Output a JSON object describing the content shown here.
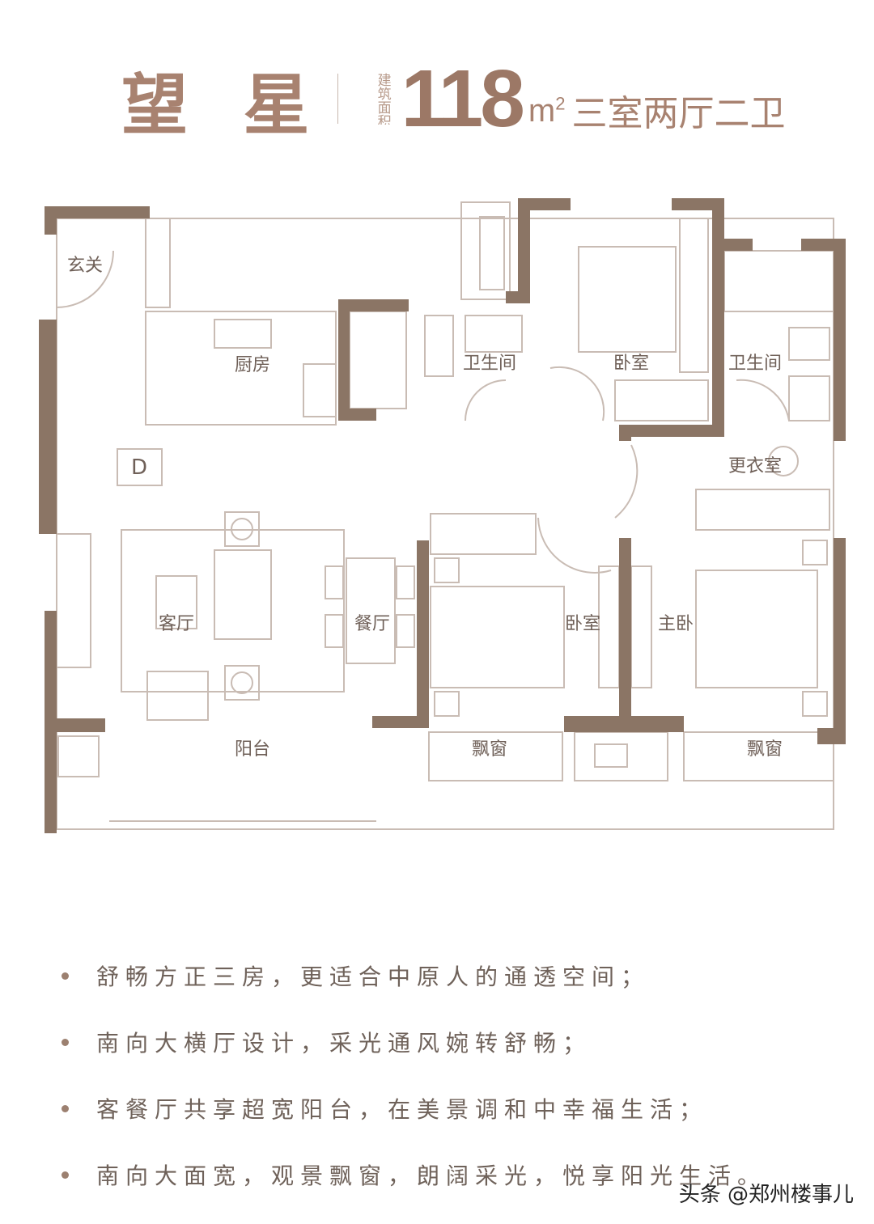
{
  "header": {
    "name": "望 星",
    "area_label": "建筑面积约",
    "area_value": "118",
    "area_unit": "m",
    "area_unit_sup": "2",
    "layout": "三室两厅二卫"
  },
  "plan": {
    "wall_color": "#8b7565",
    "line_color": "#c9bcb4",
    "rooms": {
      "entrance": "玄关",
      "kitchen": "厨房",
      "bath1": "卫生间",
      "bedroom1": "卧室",
      "bath2": "卫生间",
      "unit_mark": "D",
      "closet": "更衣室",
      "living": "客厅",
      "dining": "餐厅",
      "bedroom2": "卧室",
      "master": "主卧",
      "balcony": "阳台",
      "bay1": "飘窗",
      "bay2": "飘窗"
    }
  },
  "features": [
    "舒畅方正三房，更适合中原人的通透空间；",
    "南向大横厅设计，采光通风婉转舒畅；",
    "客餐厅共享超宽阳台，在美景调和中幸福生活；",
    "南向大面宽，观景飘窗，朗阔采光，悦享阳光生活。"
  ],
  "watermark": "头条 @郑州楼事儿"
}
